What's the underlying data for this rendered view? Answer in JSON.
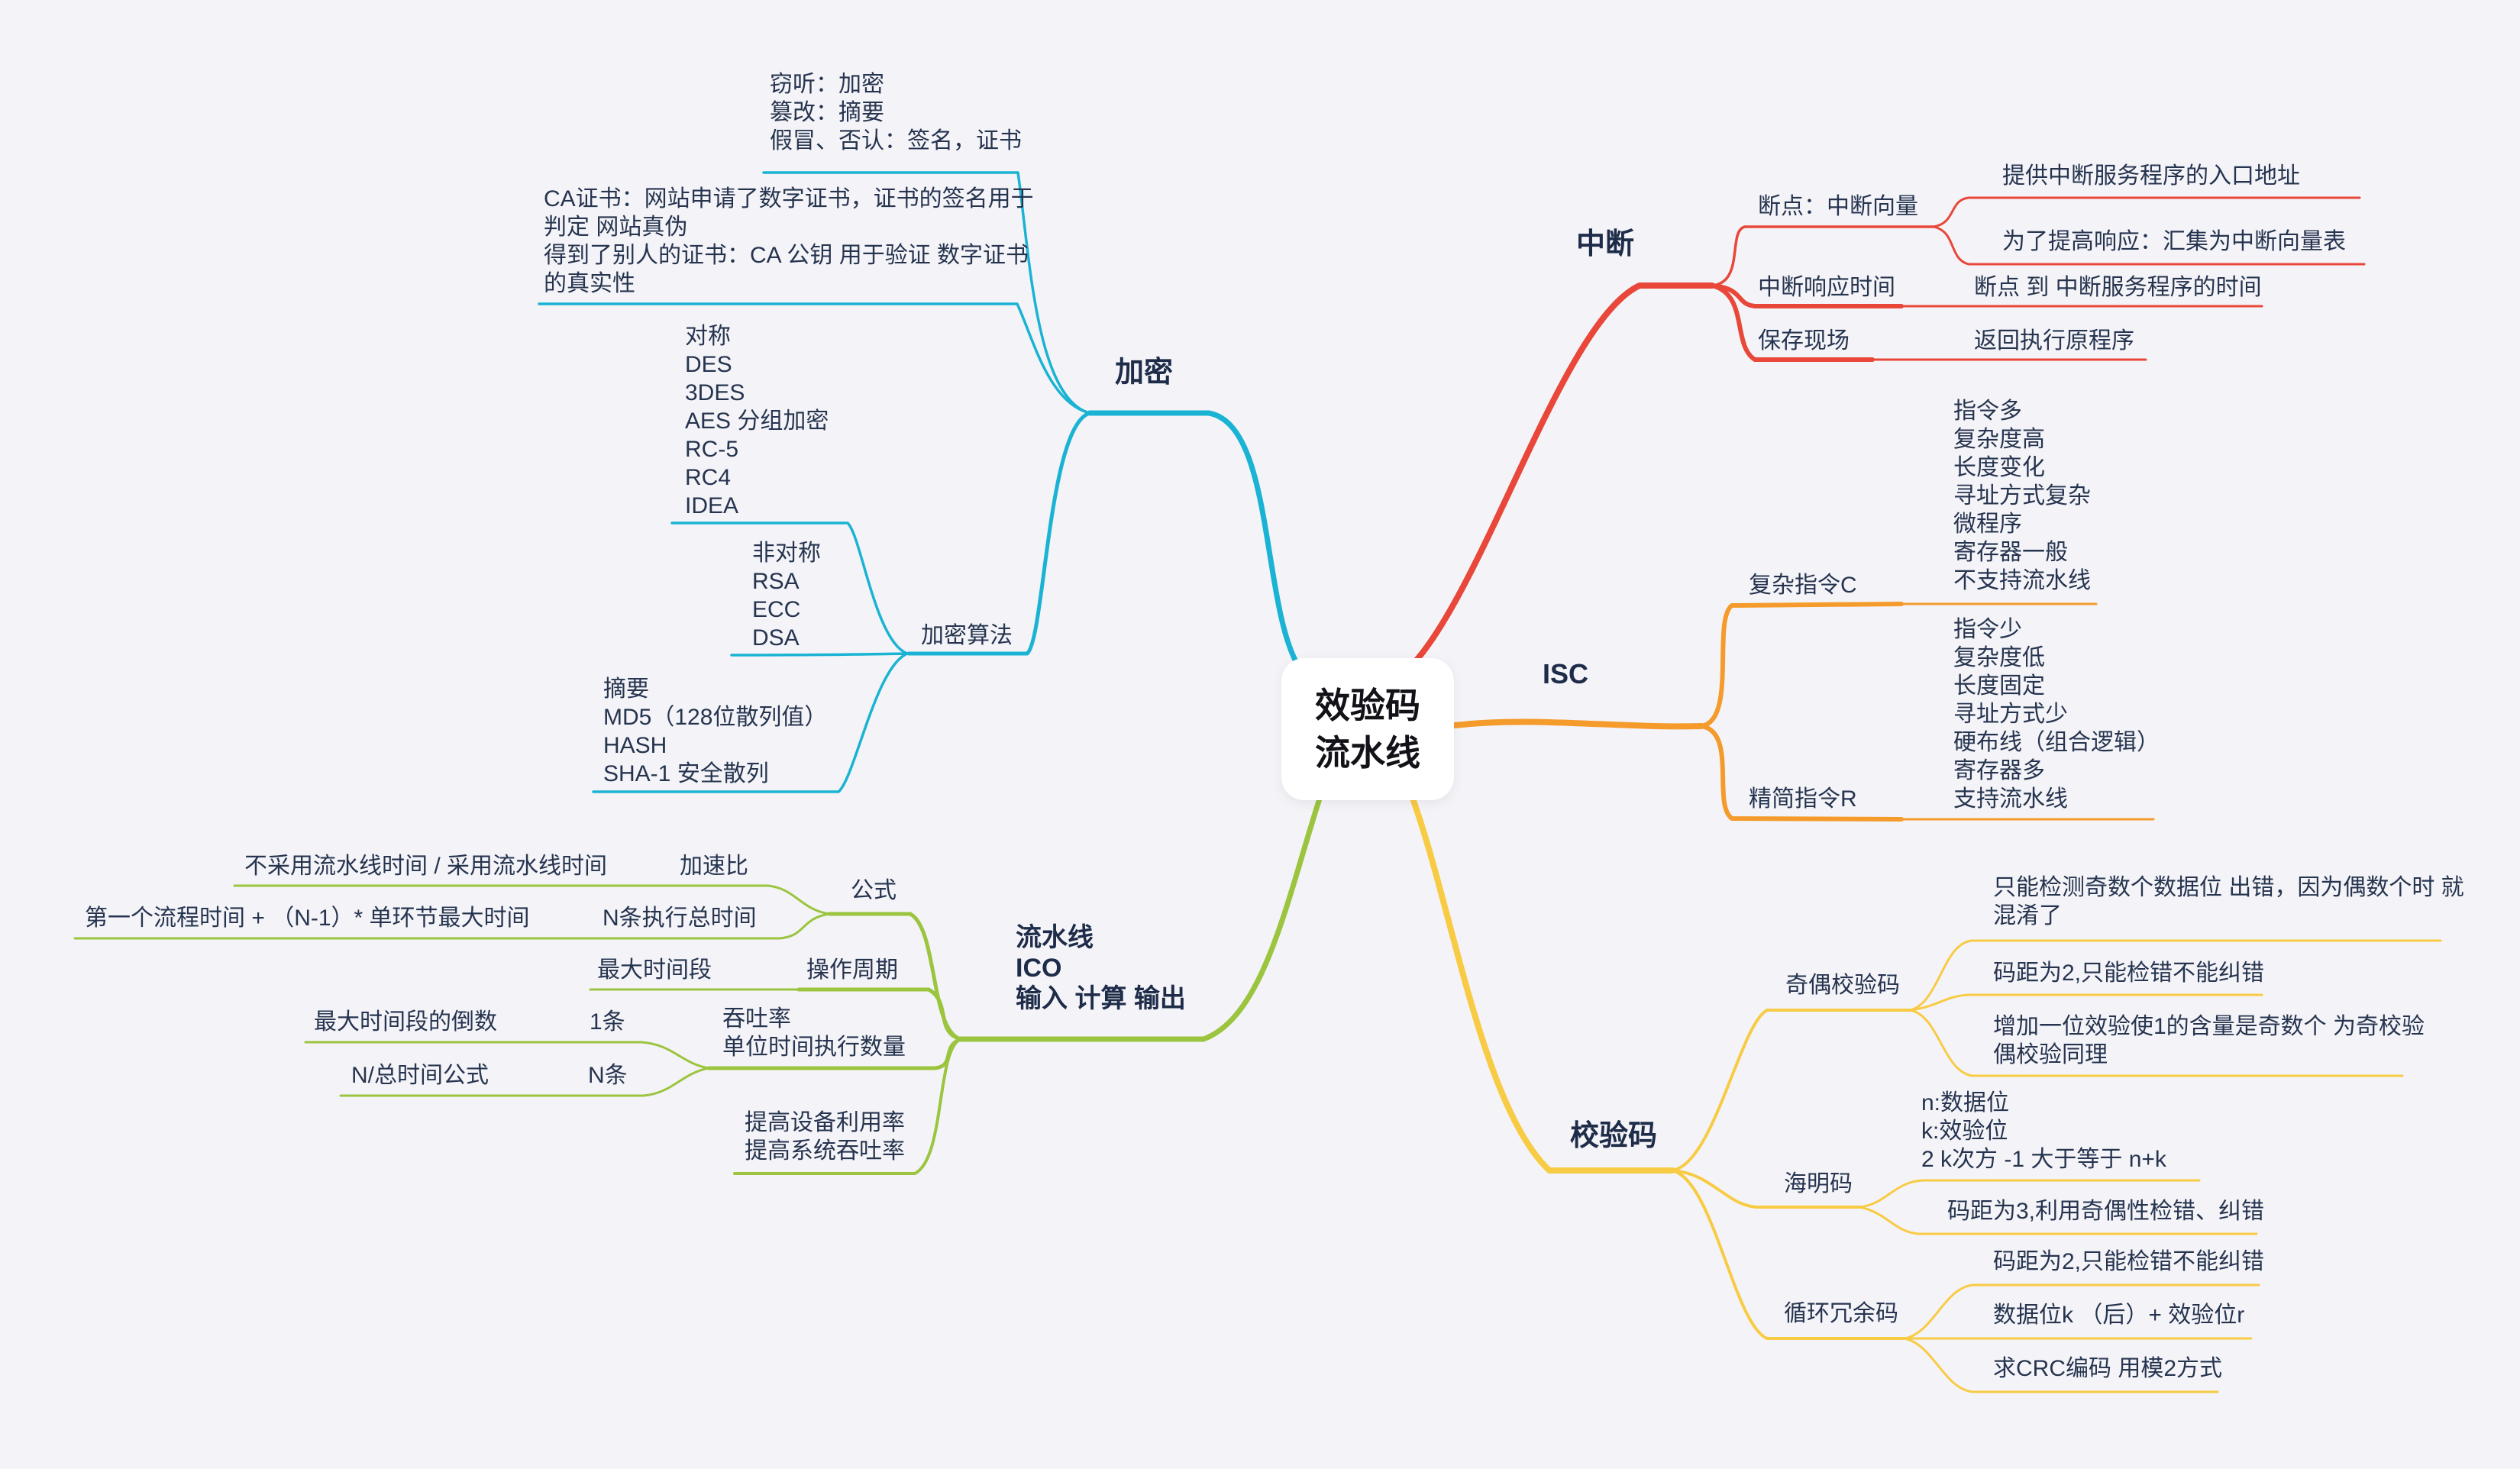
{
  "root": {
    "title_line1": "效验码",
    "title_line2": "流水线"
  },
  "branches": {
    "encryption": {
      "color": "#1ab3d3",
      "label": "加密",
      "threats": "窃听：加密\n篡改：摘要\n假冒、否认：签名，证书",
      "ca_cert": "CA证书：网站申请了数字证书，证书的签名用于\n判定 网站真伪\n得到了别人的证书：CA 公钥 用于验证 数字证书\n的真实性",
      "algorithms_label": "加密算法",
      "symmetric": "对称\nDES\n3DES\nAES 分组加密\nRC-5\nRC4\nIDEA",
      "asymmetric": "非对称\nRSA\nECC\nDSA",
      "digest": "摘要\nMD5（128位散列值）\nHASH\nSHA-1 安全散列"
    },
    "interrupt": {
      "color": "#e8473a",
      "label": "中断",
      "breakpoint_label": "断点：中断向量",
      "entry_address": "提供中断服务程序的入口地址",
      "vector_table": "为了提高响应：汇集为中断向量表",
      "response_time_label": "中断响应时间",
      "response_time_desc": "断点 到 中断服务程序的时间",
      "save_scene_label": "保存现场",
      "save_scene_desc": "返回执行原程序"
    },
    "isc": {
      "color": "#f59b2c",
      "label": "ISC",
      "cisc_label": "复杂指令C",
      "cisc_features": "指令多\n复杂度高\n长度变化\n寻址方式复杂\n微程序\n寄存器一般\n不支持流水线",
      "risc_label": "精简指令R",
      "risc_features": "指令少\n复杂度低\n长度固定\n寻址方式少\n硬布线（组合逻辑）\n寄存器多\n支持流水线"
    },
    "checkcode": {
      "color": "#f8cb45",
      "label": "校验码",
      "parity_label": "奇偶校验码",
      "parity_detect": "只能检测奇数个数据位 出错，因为偶数个时 就\n混淆了",
      "parity_distance": "码距为2,只能检错不能纠错",
      "parity_method": "增加一位效验使1的含量是奇数个 为奇校验\n偶校验同理",
      "hamming_label": "海明码",
      "hamming_formula": "n:数据位\nk:效验位\n2 k次方 -1  大于等于 n+k",
      "hamming_distance": "码距为3,利用奇偶性检错、纠错",
      "crc_label": "循环冗余码",
      "crc_distance": "码距为2,只能检错不能纠错",
      "crc_structure": "数据位k （后）+ 效验位r",
      "crc_method": "求CRC编码 用模2方式"
    },
    "pipeline": {
      "color": "#9bc43f",
      "label": "流水线\nICO\n输入 计算 输出",
      "formula_label": "公式",
      "speedup_formula": "不采用流水线时间 / 采用流水线时间",
      "speedup_label": "加速比",
      "total_time_formula": "第一个流程时间 + （N-1）* 单环节最大时间",
      "total_time_label": "N条执行总时间",
      "max_segment": "最大时间段",
      "cycle_label": "操作周期",
      "throughput_label": "吞吐率\n单位时间执行数量",
      "reciprocal": "最大时间段的倒数",
      "one_item": "1条",
      "n_formula": "N/总时间公式",
      "n_items": "N条",
      "benefit": "提高设备利用率\n提高系统吞吐率"
    }
  }
}
